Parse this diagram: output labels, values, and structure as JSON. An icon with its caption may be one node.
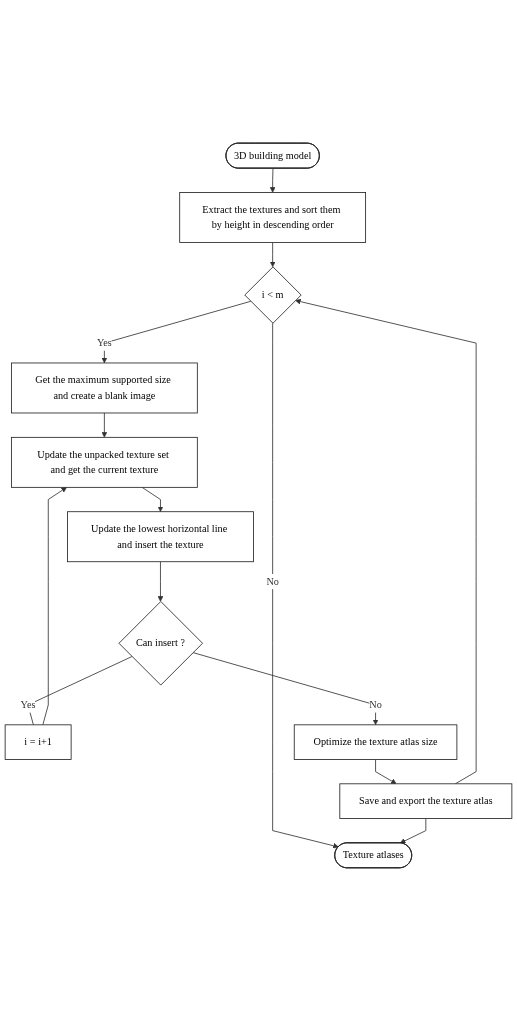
{
  "diagram": {
    "nodes": [
      {
        "text": [
          "3D building model"
        ]
      },
      {
        "text": [
          "Extract the textures and sort them by height in descending order"
        ]
      },
      {
        "text": [
          "i < m"
        ]
      },
      {
        "text": [
          "Get the maximum supported size and create a blank image"
        ]
      },
      {
        "text": [
          "Update the unpacked texture set and get the current texture"
        ]
      },
      {
        "text": [
          "Update the lowest horizontal line and insert the texture"
        ]
      },
      {
        "text": [
          "i = i+1"
        ]
      },
      {
        "text": [
          "Can insert ?"
        ]
      },
      {
        "text": [
          "Optimize the texture atlas size"
        ]
      },
      {
        "text": [
          "Save and export the texture atlas"
        ]
      },
      {
        "text": [
          "Texture atlases"
        ]
      }
    ],
    "edges": [
      {
        "from": 0,
        "to": 1,
        "arrow": "to"
      },
      {
        "from": 1,
        "to": 2,
        "arrow": "to"
      },
      {
        "from": 2,
        "to": 3,
        "arrow": "to",
        "label": "Yes"
      },
      {
        "from": 3,
        "to": 4,
        "arrow": "to"
      },
      {
        "from": 4,
        "to": 5,
        "arrow": "to"
      },
      {
        "from": 5,
        "to": 7,
        "arrow": "to"
      },
      {
        "from": 7,
        "to": 6,
        "arrow": "none",
        "label": "Yes"
      },
      {
        "from": 6,
        "to": 4,
        "arrow": "to"
      },
      {
        "from": 7,
        "to": 8,
        "arrow": "to",
        "label": "No"
      },
      {
        "from": 8,
        "to": 9,
        "arrow": "to"
      },
      {
        "from": 9,
        "to": 2,
        "arrow": "to"
      },
      {
        "from": 2,
        "to": 10,
        "arrow": "to",
        "label": "No"
      },
      {
        "from": 9,
        "to": 10,
        "arrow": "to"
      }
    ]
  }
}
